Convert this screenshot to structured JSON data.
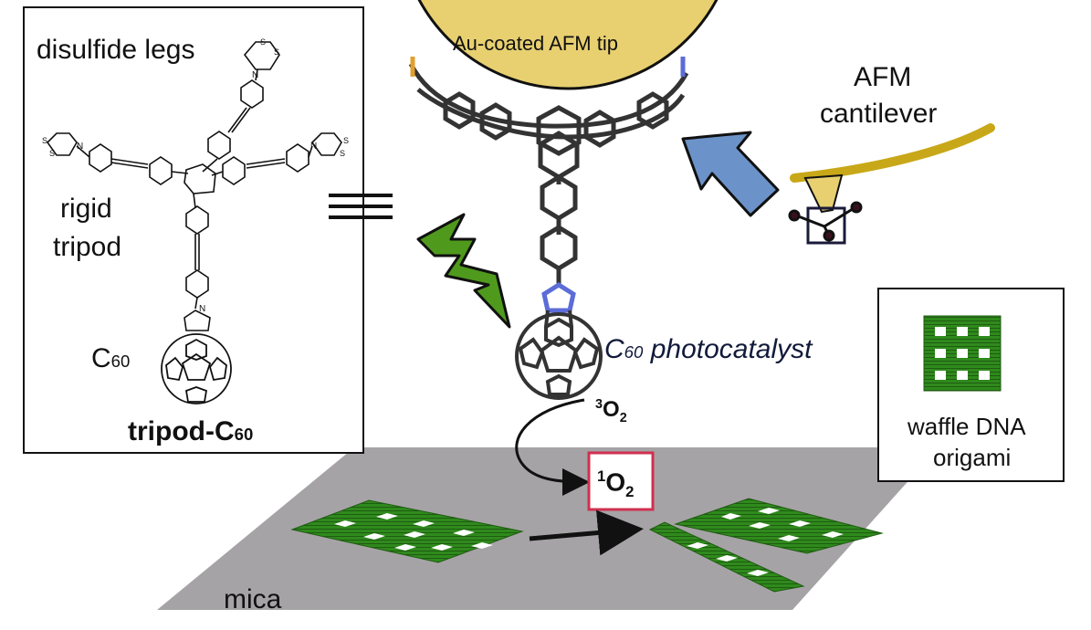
{
  "colors": {
    "tip_fill": "#e8d070",
    "cantilever": "#c8a818",
    "arrow_blue": "#6c93c9",
    "bolt_green": "#4f9a1d",
    "origami_green": "#2f8a1c",
    "mica_gray": "#a6a3a6",
    "singlet_box": "#d03050",
    "nitrogen_blue": "#5c6cd8",
    "sulfur_orange": "#e0a030"
  },
  "labels": {
    "au_tip": "Au-coated AFM tip",
    "disulfide_legs": "disulfide legs",
    "rigid": "rigid",
    "tripod": "tripod",
    "c60_prefix": "C",
    "c60_sub": "60",
    "tripod_c60_prefix": "tripod-C",
    "tripod_c60_sub": "60",
    "photocatalyst_prefix": "C",
    "photocatalyst_sub": "60",
    "photocatalyst_suffix": " photocatalyst",
    "afm": "AFM",
    "cantilever": "cantilever",
    "triplet_sup": "3",
    "triplet_o": "O",
    "triplet_sub": "2",
    "singlet_sup": "1",
    "singlet_o": "O",
    "singlet_sub": "2",
    "waffle_line1": "waffle DNA",
    "waffle_line2": "origami",
    "mica": "mica",
    "equivalence": "≡",
    "atom_s": "S",
    "atom_n": "N"
  },
  "icons": {
    "light": "lightning-bolt-icon",
    "approach": "blue-arrow-icon",
    "cut": "black-arrow-icon"
  }
}
